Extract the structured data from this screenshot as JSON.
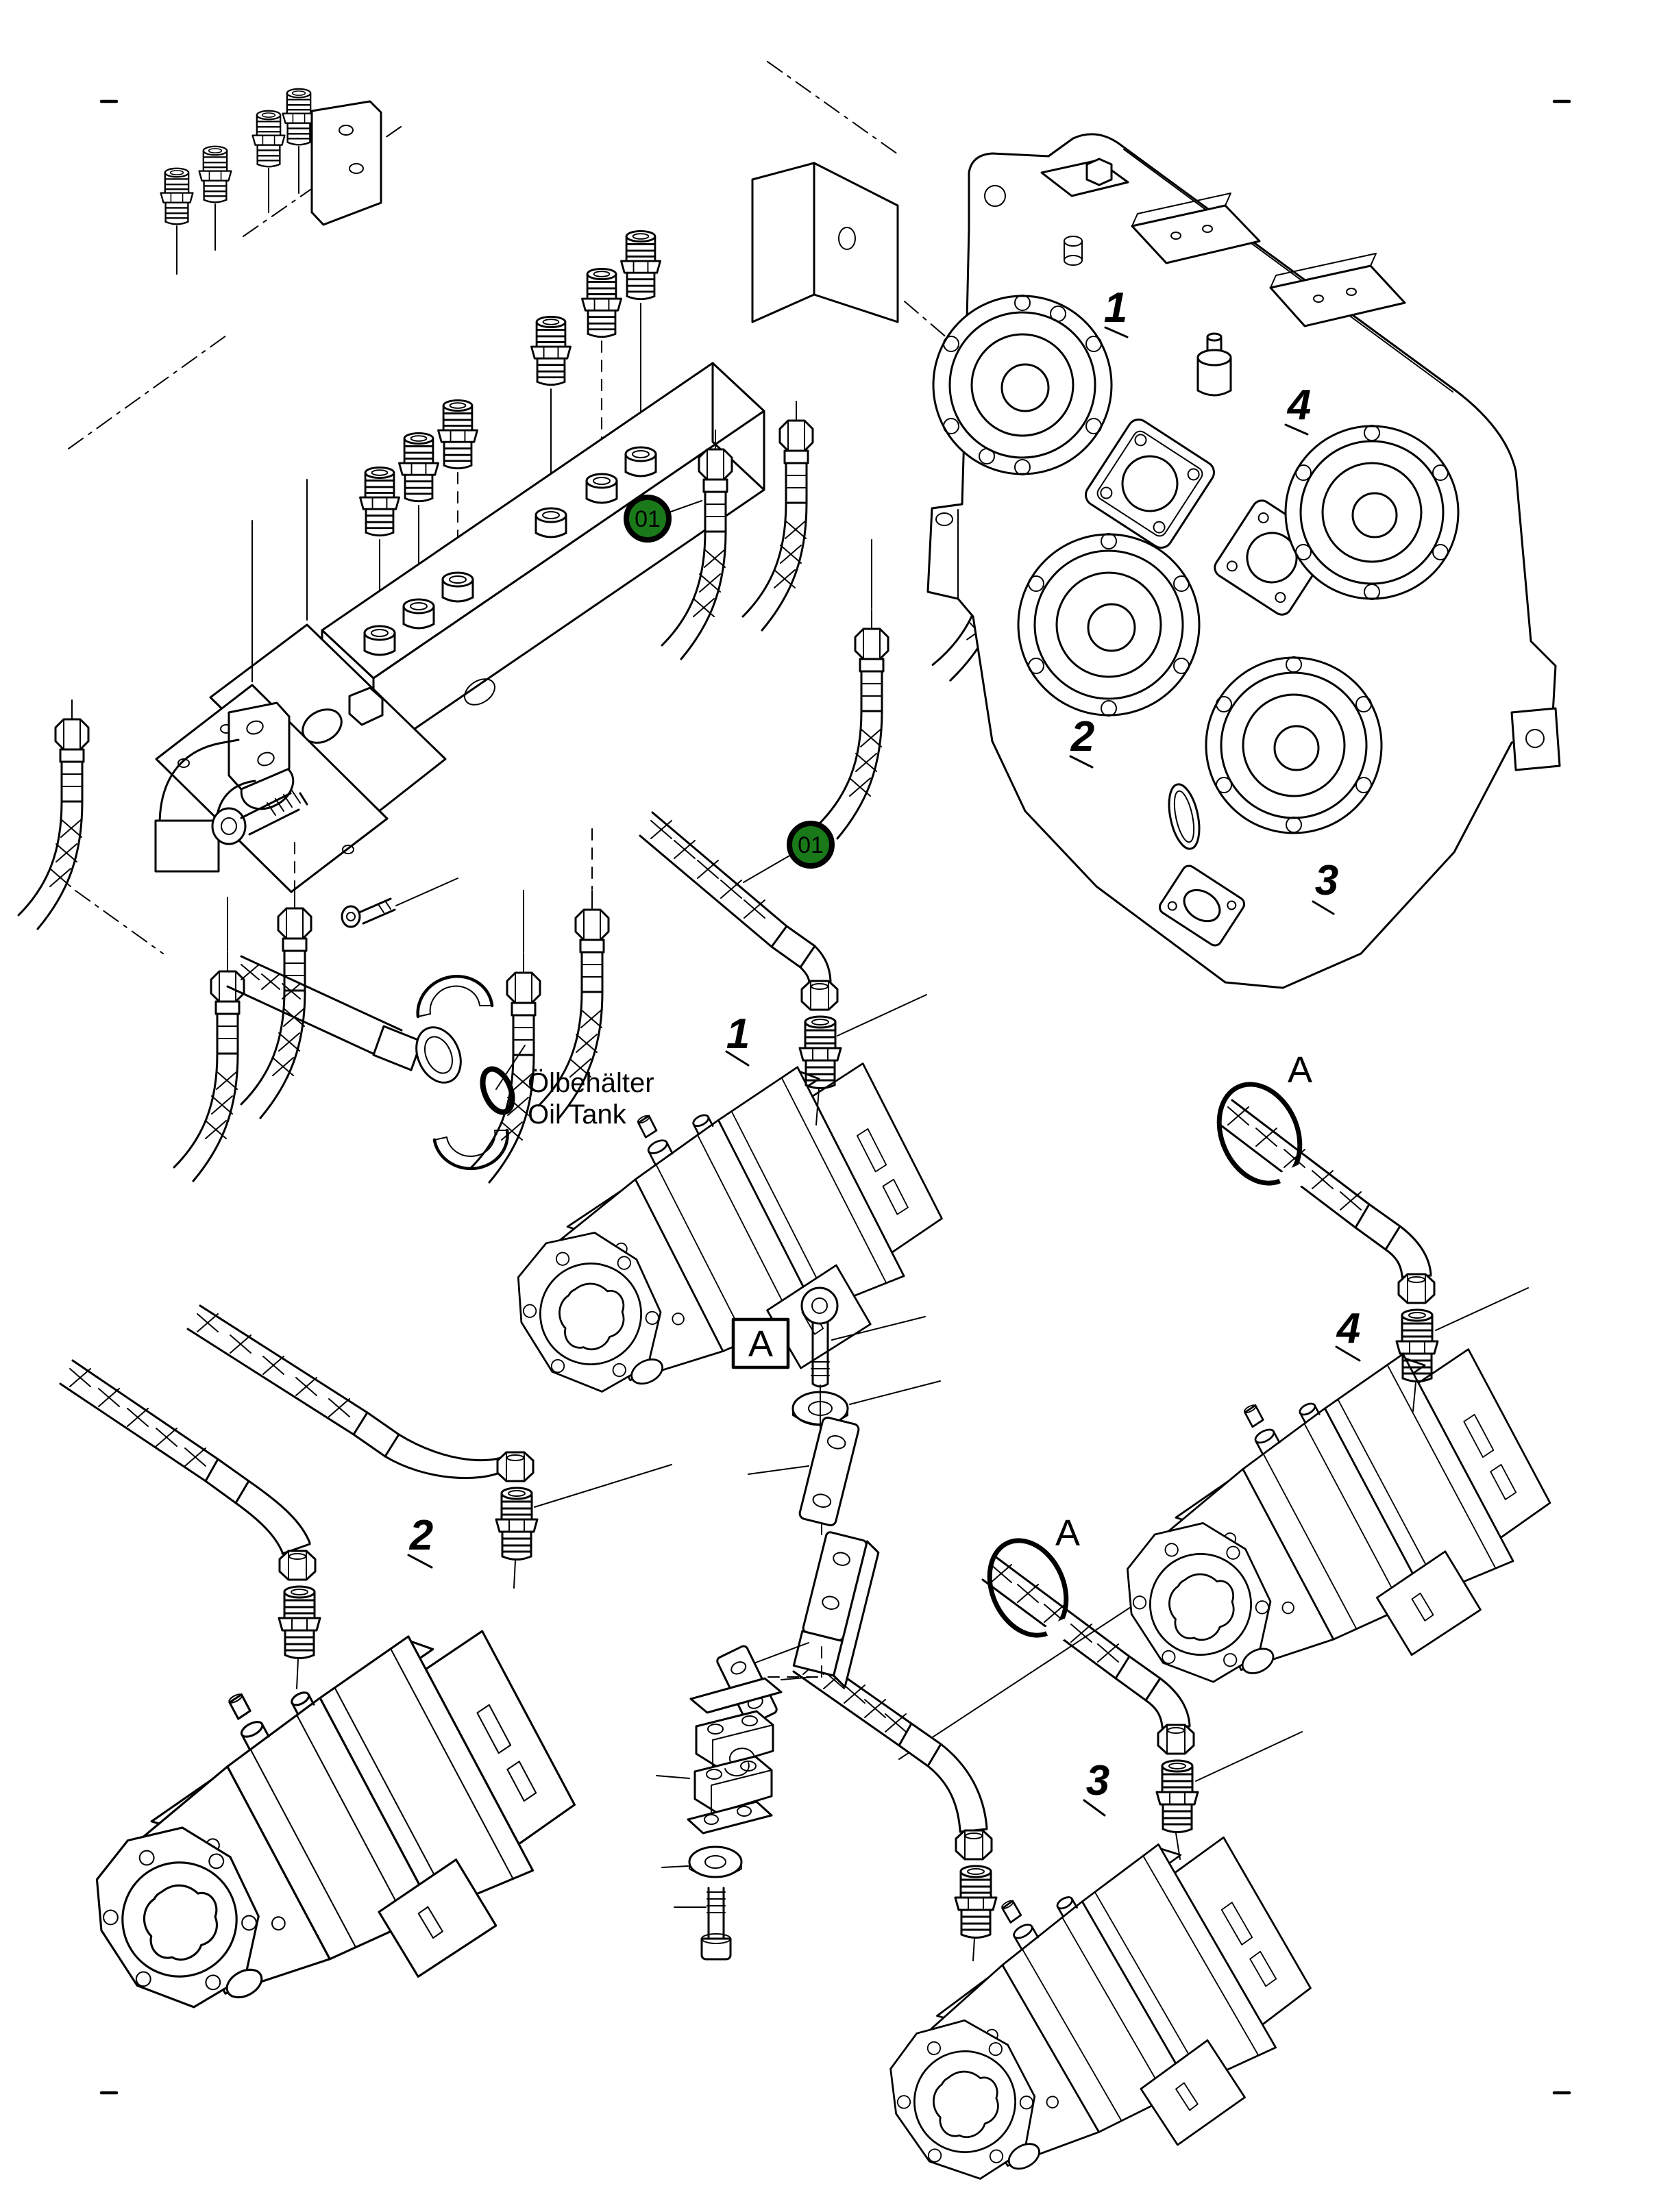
{
  "drawing": {
    "background": "#ffffff",
    "ink": "#000000",
    "type": "exploded-parts-diagram"
  },
  "badge": {
    "label": "01",
    "fill": "#1a7a1a",
    "border": "#000000",
    "text_color": "#ffffff"
  },
  "gearbox": {
    "port_labels": [
      "1",
      "2",
      "3",
      "4"
    ]
  },
  "pumps": {
    "labels": [
      "1",
      "2",
      "3",
      "4"
    ]
  },
  "detail": {
    "box_label": "A",
    "ref_labels": [
      "A",
      "A"
    ]
  },
  "oil_tank": {
    "line1": "Ölbehälter",
    "line2": "Oil Tank"
  }
}
